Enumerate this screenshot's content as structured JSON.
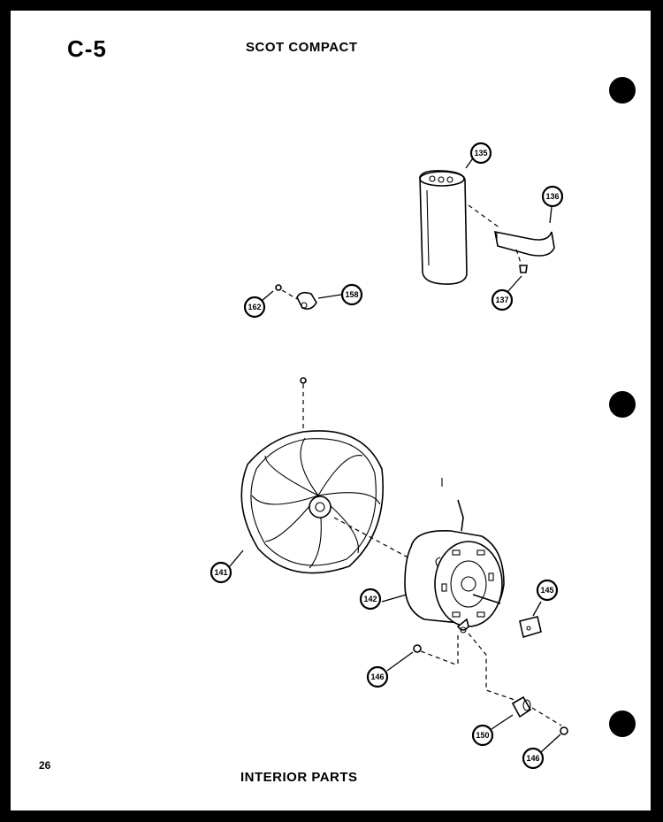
{
  "header": {
    "page_code": "C-5",
    "model_title": "SCOT COMPACT"
  },
  "footer": {
    "page_number": "26",
    "section_title": "INTERIOR PARTS"
  },
  "callouts": {
    "c135": "135",
    "c136": "136",
    "c137": "137",
    "c158": "158",
    "c162": "162",
    "c141": "141",
    "c142": "142",
    "c145": "145",
    "c146a": "146",
    "c150": "150",
    "c146b": "146"
  }
}
